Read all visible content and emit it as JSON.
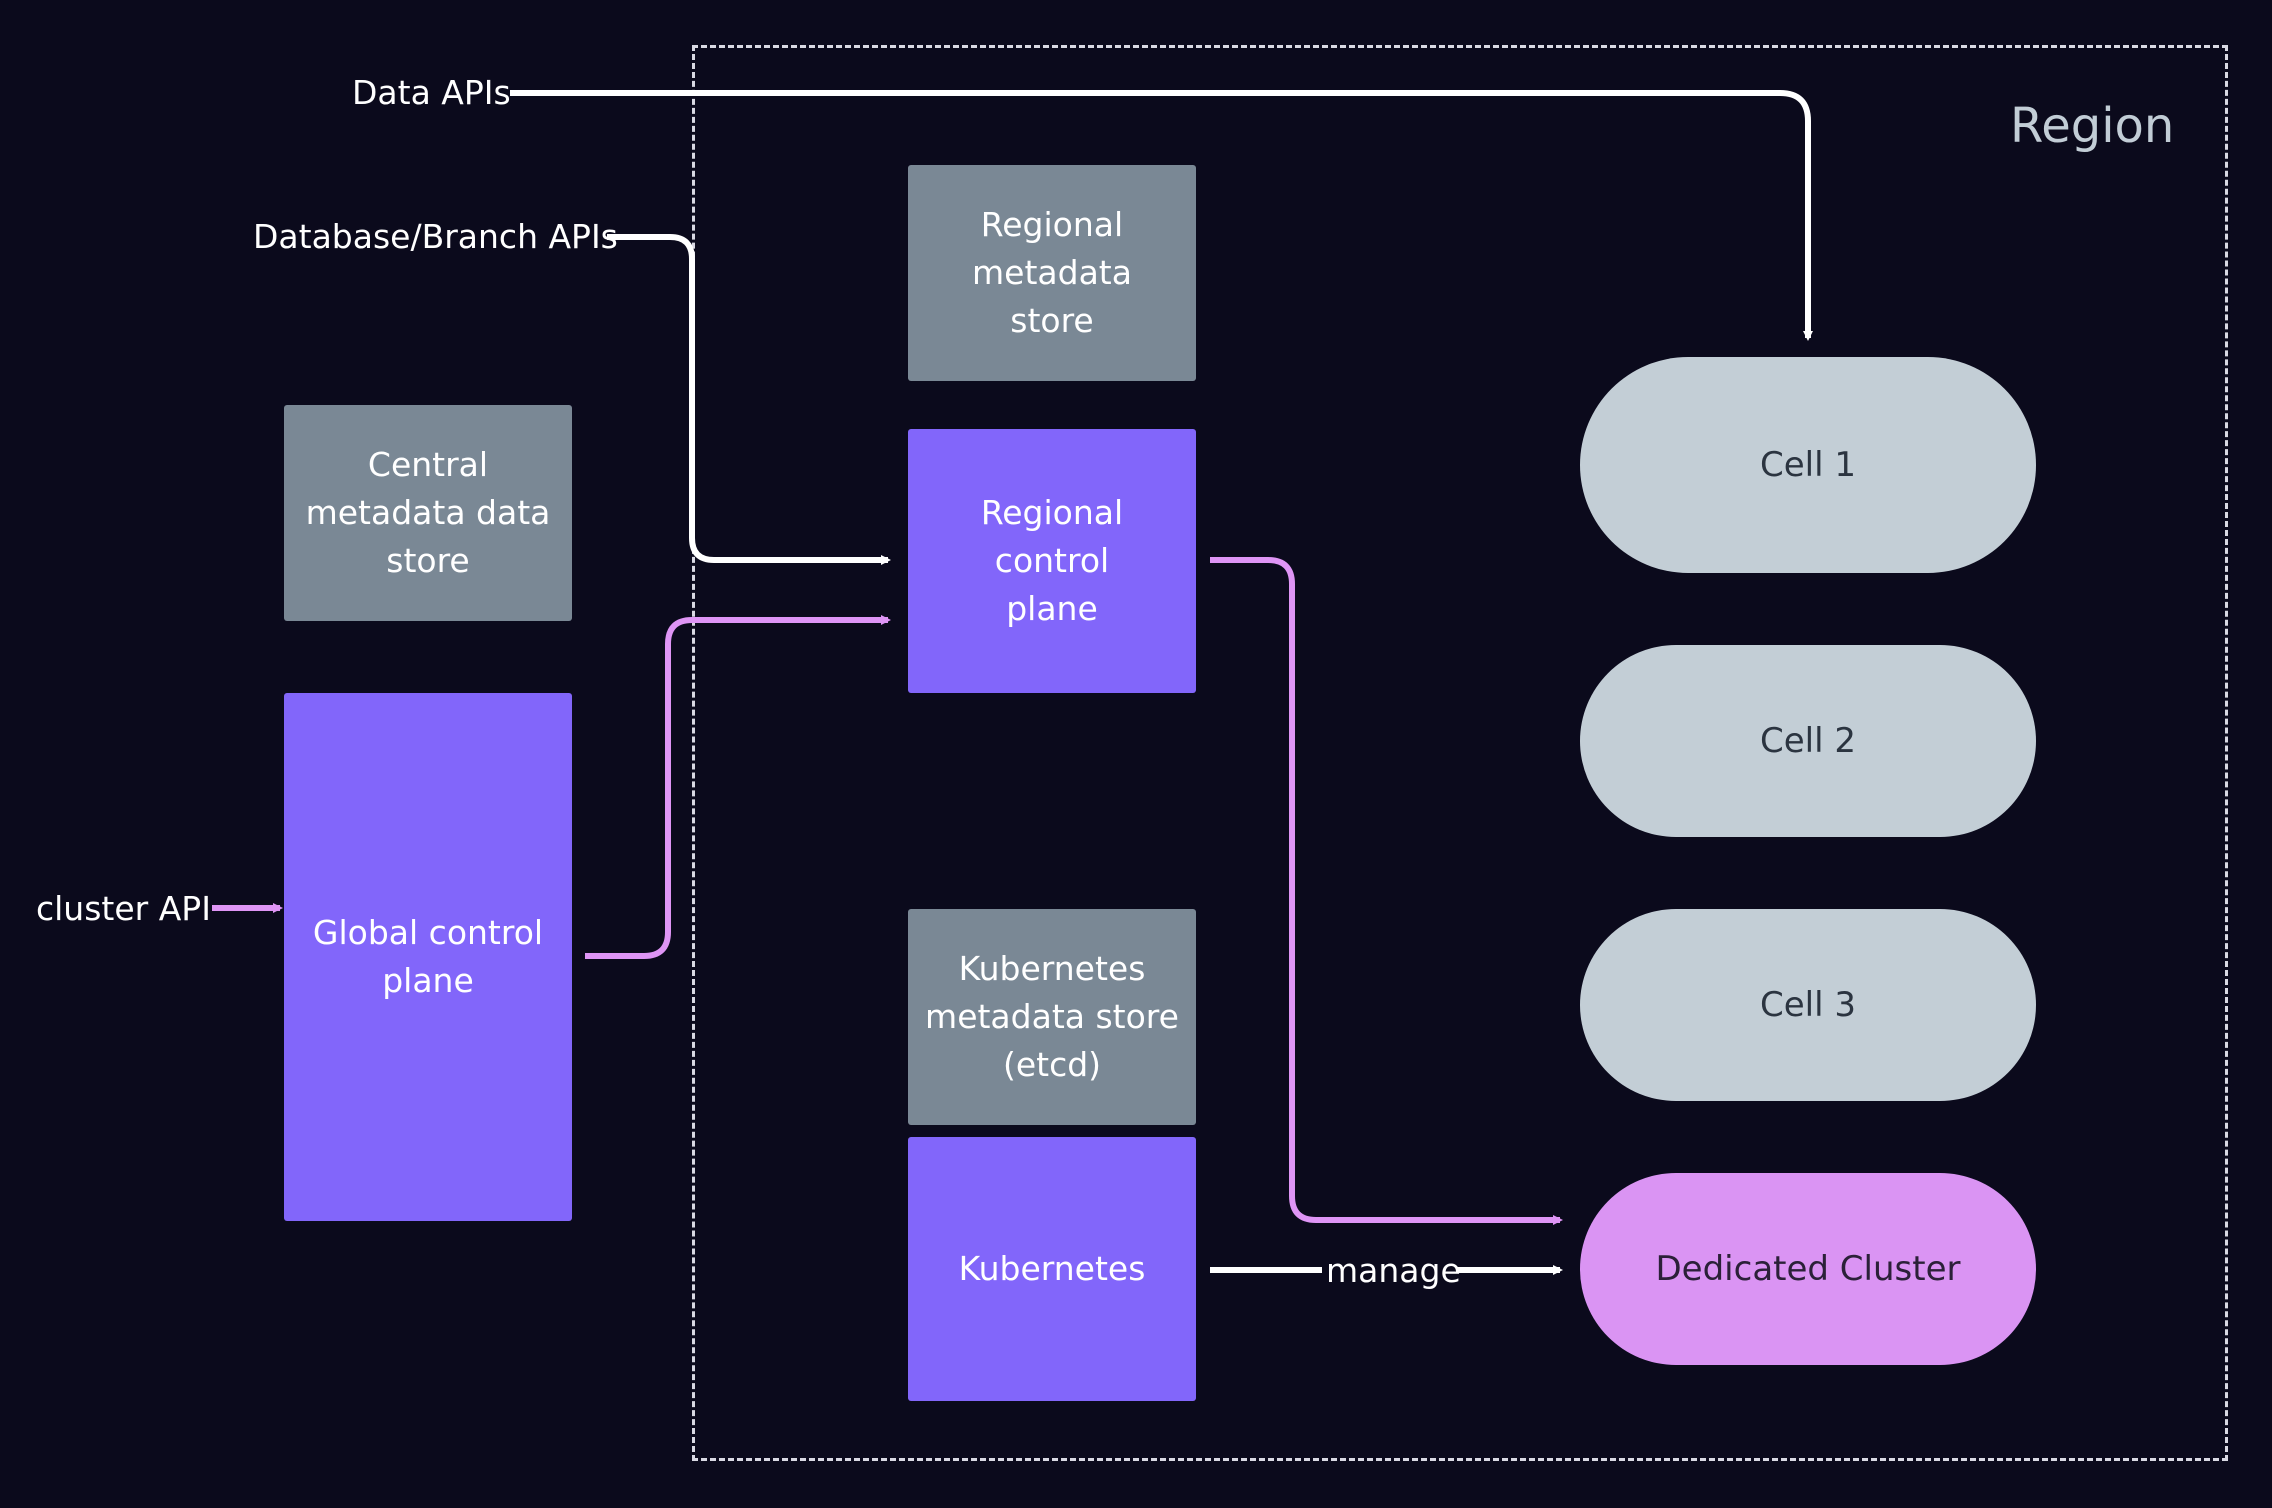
{
  "region_label": "Region",
  "boxes": {
    "regional_metadata_store": "Regional\nmetadata\nstore",
    "central_metadata_store": "Central\nmetadata data\nstore",
    "regional_control_plane": "Regional\ncontrol\nplane",
    "global_control_plane": "Global control\nplane",
    "k8s_metadata_store": "Kubernetes\nmetadata store\n(etcd)",
    "kubernetes": "Kubernetes"
  },
  "cells": [
    "Cell 1",
    "Cell 2",
    "Cell 3"
  ],
  "dedicated_cluster": "Dedicated Cluster",
  "edge_labels": {
    "data_apis": "Data APIs",
    "database_branch_apis": "Database/Branch APIs",
    "cluster_api": "cluster API",
    "manage": "manage"
  },
  "colors": {
    "background": "#0b0a1c",
    "gray_box": "#7a8895",
    "purple_box": "#8266fa",
    "cell": "#c3ced6",
    "dedicated": "#da94f3",
    "white_edge": "#ffffff",
    "pink_edge": "#df95f5"
  }
}
